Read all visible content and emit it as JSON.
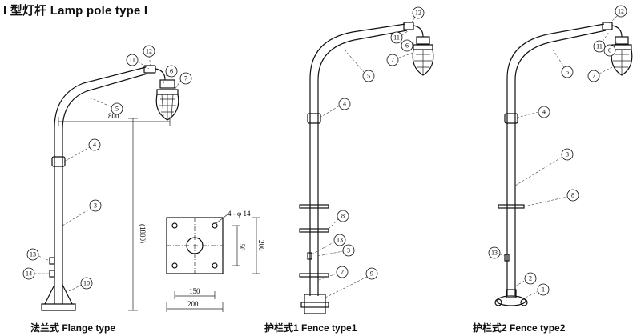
{
  "title": "I 型灯杆 Lamp pole type I",
  "captions": {
    "flange": "法兰式 Flange type",
    "fence1": "护栏式1 Fence type1",
    "fence2": "护栏式2 Fence type2"
  },
  "dimensions": {
    "arm_length": "800",
    "height": "(1800)",
    "holes": "4 - φ 14",
    "plate_inner_v": "150",
    "plate_outer_v": "200",
    "plate_inner_h": "150",
    "plate_outer_h": "200"
  },
  "callouts": {
    "flange": [
      "11",
      "12",
      "6",
      "7",
      "5",
      "4",
      "3",
      "13",
      "14",
      "10"
    ],
    "fence1": [
      "12",
      "11",
      "6",
      "7",
      "5",
      "4",
      "8",
      "13",
      "3",
      "2",
      "9"
    ],
    "fence2": [
      "12",
      "11",
      "6",
      "5",
      "7",
      "4",
      "3",
      "8",
      "13",
      "2",
      "1"
    ]
  }
}
